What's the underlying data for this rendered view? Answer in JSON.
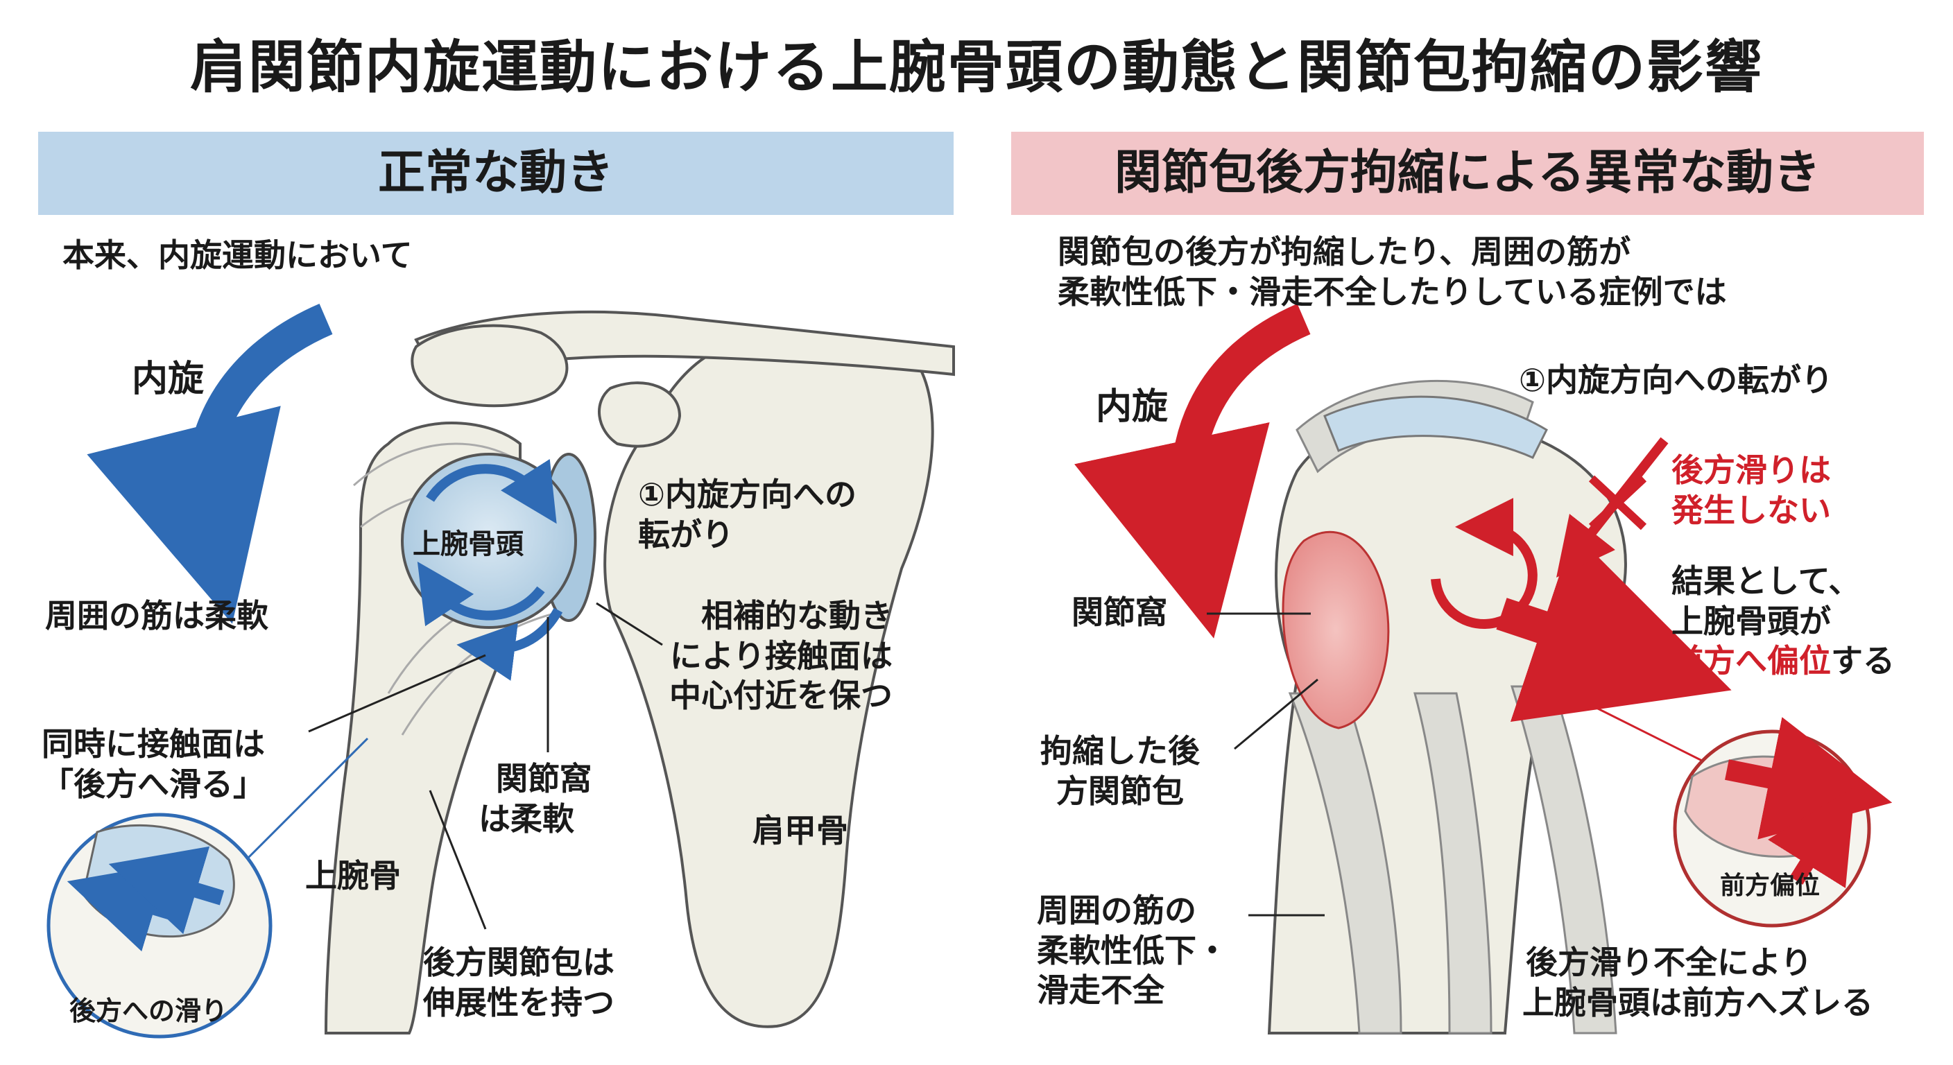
{
  "title": "肩関節内旋運動における上腕骨頭の動態と関節包拘縮の影響",
  "colors": {
    "normal_banner": "#bcd5ea",
    "abnormal_banner": "#f2c5c8",
    "normal_arrow": "#2f6bb5",
    "abnormal_arrow": "#d0202a",
    "bone": "#efeee4",
    "muscle": "#dcdcd6"
  },
  "left_panel": {
    "banner": "正常な動き",
    "intro": "本来、内旋運動において",
    "rotation_label": "内旋",
    "muscles_flexible": "周囲の筋は柔軟",
    "humeral_head": "上腕骨頭",
    "rolling_line1": "①内旋方向への",
    "rolling_line2": "転がり",
    "complementary_line1": "相補的な動き",
    "complementary_line2": "により接触面は",
    "complementary_line3": "中心付近を保つ",
    "contact_line1": "同時に接触面は",
    "contact_line2": "「後方へ滑る」",
    "glenoid_line1": "関節窩",
    "glenoid_line2": "は柔軟",
    "scapula": "肩甲骨",
    "humerus": "上腕骨",
    "capsule_line1": "後方関節包は",
    "capsule_line2": "伸展性を持つ",
    "inset_caption": "後方への滑り"
  },
  "right_panel": {
    "banner": "関節包後方拘縮による異常な動き",
    "intro_line1": "関節包の後方が拘縮したり、周囲の筋が",
    "intro_line2": "柔軟性低下・滑走不全したりしている症例では",
    "rotation_label": "内旋",
    "rolling": "①内旋方向への転がり",
    "no_glide_line1": "後方滑りは",
    "no_glide_line2": "発生しない",
    "result_line1": "結果として、",
    "result_line2": "上腕骨頭が",
    "result_line3_red": "前方へ偏位",
    "result_line3_rest": "する",
    "glenoid": "関節窩",
    "contracted_line1": "拘縮した後",
    "contracted_line2": "方関節包",
    "muscles_line1": "周囲の筋の",
    "muscles_line2": "柔軟性低下・",
    "muscles_line3": "滑走不全",
    "inset_caption": "前方偏位",
    "conclusion_line1": "後方滑り不全により",
    "conclusion_line2": "上腕骨頭は前方へズレる"
  }
}
